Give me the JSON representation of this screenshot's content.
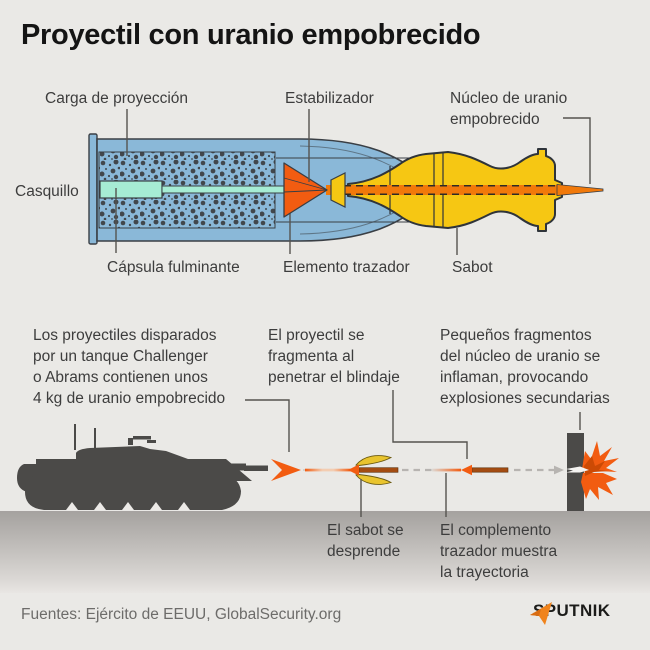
{
  "title": "Proyectil con uranio empobrecido",
  "diagram": {
    "labels": {
      "carga": "Carga de proyección",
      "estabilizador": "Estabilizador",
      "nucleo": "Núcleo de uranio\nempobrecido",
      "casquillo": "Casquillo",
      "capsula": "Cápsula fulminante",
      "elemento": "Elemento trazador",
      "sabot": "Sabot"
    }
  },
  "sequence": {
    "tank_note": "Los proyectiles disparados\npor un tanque Challenger\no Abrams contienen unos\n4 kg de uranio empobrecido",
    "fragment_note": "El proyectil se\nfragmenta al\npenetrar el blindaje",
    "explosion_note": "Pequeños fragmentos\ndel núcleo de uranio se\ninflaman, provocando\nexplosiones secundarias",
    "sabot_note": "El sabot se\ndesprende",
    "tracer_note": "El complemento\ntrazador muestra\nla trayectoria"
  },
  "footer": {
    "sources": "Fuentes: Ejército de EEUU, GlobalSecurity.org",
    "brand": "SPUTNIK"
  },
  "colors": {
    "background": "#eae9e6",
    "shell_blue": "#8ab8d8",
    "primer_teal": "#a6ecd4",
    "accent_orange": "#f25c11",
    "core_orange": "#f1790a",
    "sabot_yellow": "#f6c713",
    "tank_gray": "#4b4a48",
    "ground_gray": "#a5a29f",
    "sputnik_orange": "#f0831c"
  }
}
